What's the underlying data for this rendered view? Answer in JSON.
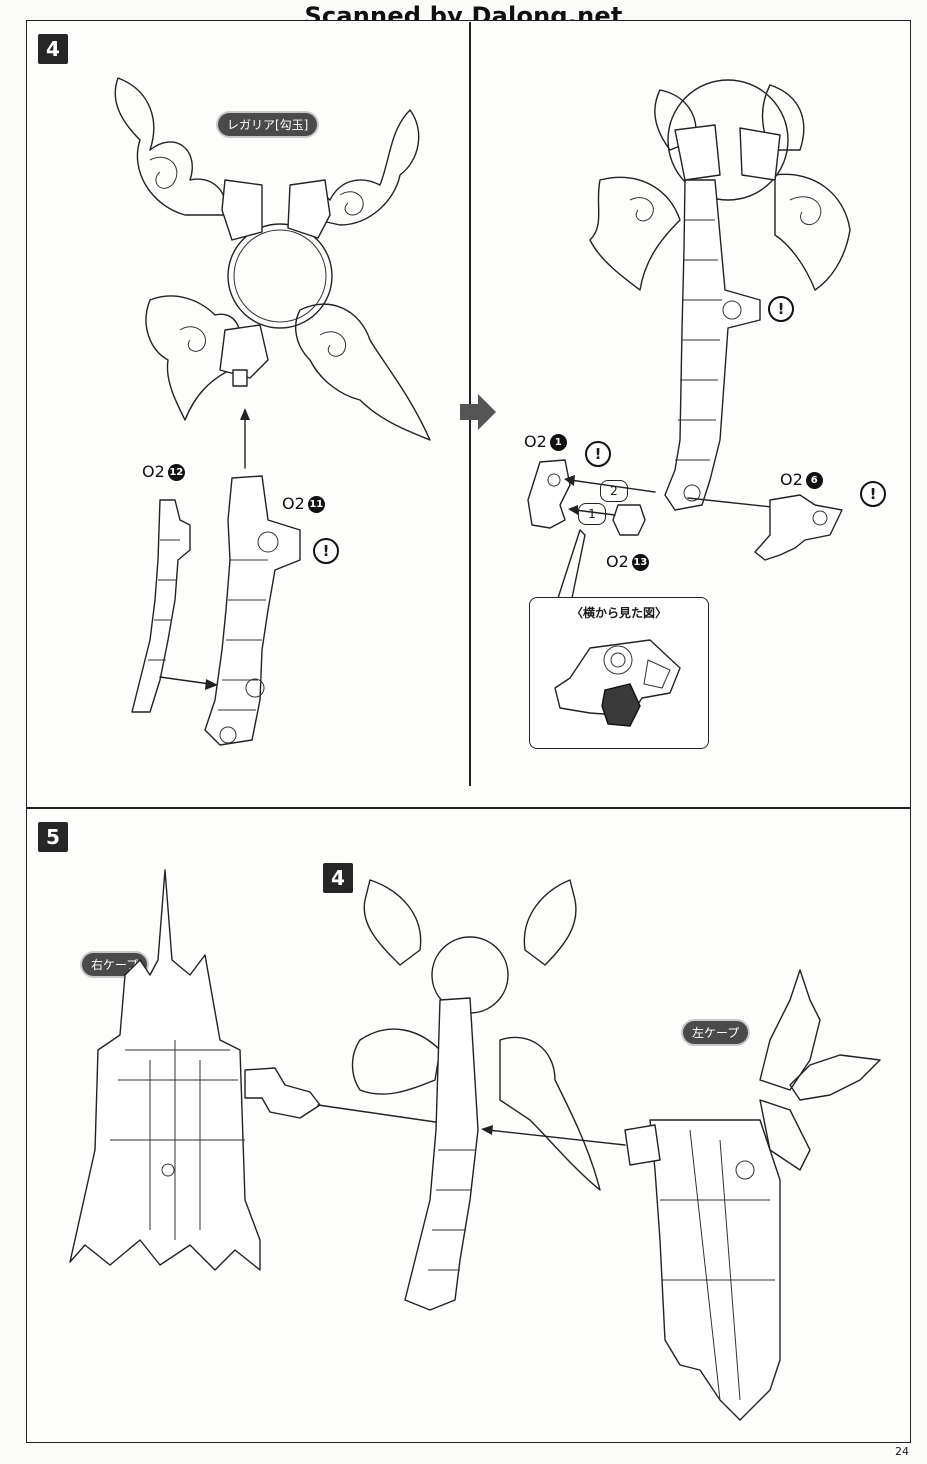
{
  "watermark": "Scanned by Dalong.net",
  "page_number": "24",
  "step4": {
    "step_label": "4",
    "part_name": "レガリア[勾玉]",
    "parts": [
      {
        "code": "O2",
        "num": "12"
      },
      {
        "code": "O2",
        "num": "11"
      },
      {
        "code": "O2",
        "num": "1"
      },
      {
        "code": "O2",
        "num": "6"
      },
      {
        "code": "O2",
        "num": "13"
      }
    ],
    "order": [
      "2",
      "1"
    ],
    "side_view_label": "〈横から見た図〉",
    "attention_mark": "!"
  },
  "step5": {
    "step_label": "5",
    "ref_step": "4",
    "right_cape": "右ケープ",
    "left_cape": "左ケープ"
  },
  "colors": {
    "step_box": "#262626",
    "pill": "#4a4a4a",
    "line": "#222222"
  }
}
